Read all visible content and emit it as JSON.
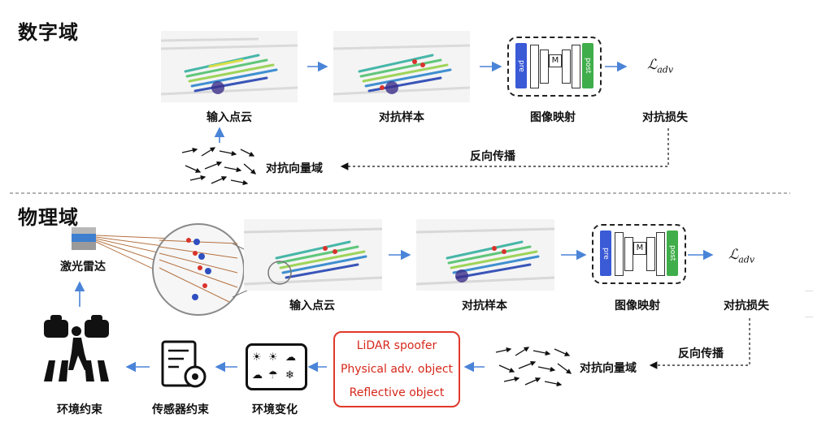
{
  "digital": {
    "title": "数字域",
    "input_label": "输入点云",
    "adv_label": "对抗样本",
    "map_label": "图像映射",
    "loss_label": "对抗损失",
    "loss_symbol": "ℒ",
    "loss_sub": "adv",
    "backprop_label": "反向传播",
    "vector_label": "对抗向量域",
    "net_pre": "pre",
    "net_m": "M",
    "net_post": "post"
  },
  "physical": {
    "title": "物理域",
    "lidar_label": "激光雷达",
    "input_label": "输入点云",
    "adv_label": "对抗样本",
    "map_label": "图像映射",
    "loss_label": "对抗损失",
    "loss_symbol": "ℒ",
    "loss_sub": "adv",
    "backprop_label": "反向传播",
    "vector_label": "对抗向量域",
    "net_pre": "pre",
    "net_m": "M",
    "net_post": "post",
    "spoof_items": [
      "LiDAR spoofer",
      "Physical adv. object",
      "Reflective object"
    ],
    "env_change_label": "环境变化",
    "sensor_label": "传感器约束",
    "env_constraint_label": "环境约束"
  },
  "colors": {
    "arrow": "#4a84d8",
    "spoof_border": "#e0392b",
    "spoof_text": "#d6281b",
    "net_blue": "#3a5ad6",
    "net_green": "#3fae4a"
  },
  "icons": {
    "vector_field": "arrow-field-icon",
    "weather": "weather-panel-icon",
    "document_gear": "document-gear-icon",
    "traffic": "pedestrian-traffic-icon",
    "lidar": "lidar-sensor-icon",
    "magnifier": "magnifier-circle-icon"
  }
}
